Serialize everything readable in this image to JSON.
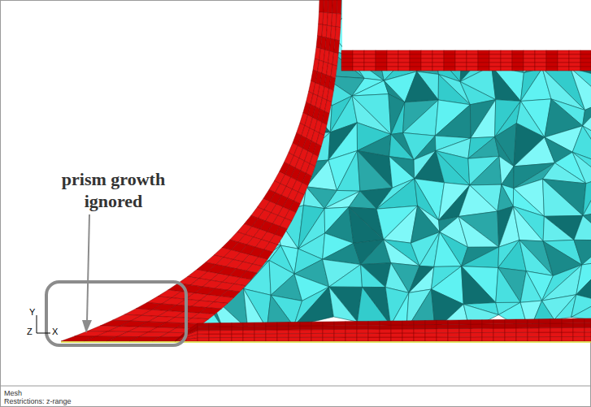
{
  "diagram": {
    "labels": [
      "prism growth ignored",
      "Y",
      "Z",
      "X",
      "Mesh",
      "Restrictions: z-range"
    ]
  }
}
